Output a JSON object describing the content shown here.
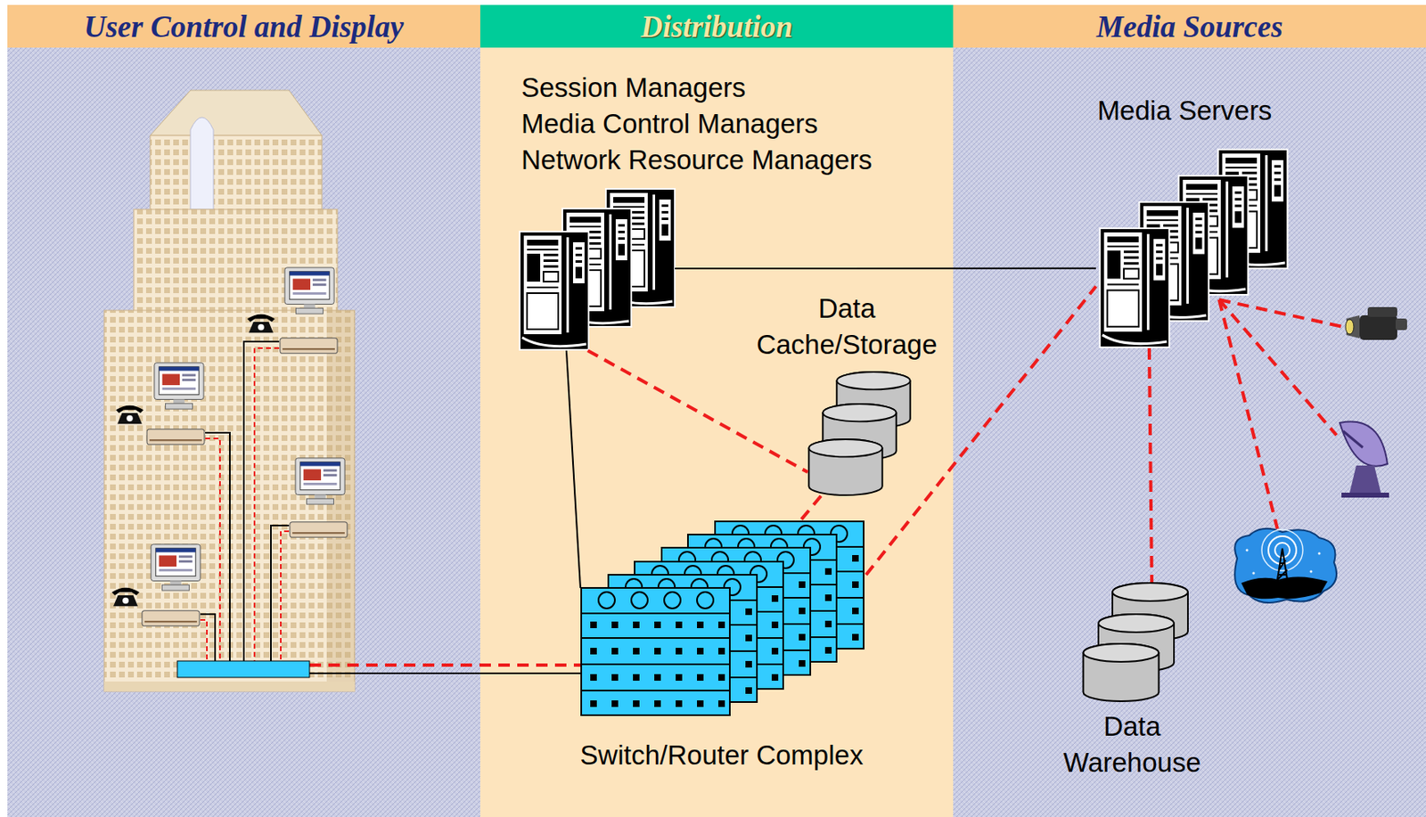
{
  "diagram": {
    "nodes": [
      {
        "text": [
          "User Control and Display"
        ]
      },
      {
        "text": [
          "Distribution"
        ]
      },
      {
        "text": [
          "Media Sources"
        ]
      },
      {
        "text": [
          "Session Managers",
          "Media Control Managers",
          "Network Resource Managers"
        ],
        "in": 1
      },
      {
        "text": [
          "Data Cache/Storage"
        ],
        "in": 1
      },
      {
        "text": [
          "Switch/Router Complex"
        ],
        "in": 1
      },
      {
        "text": [
          "Media Servers"
        ],
        "in": 2
      },
      {
        "text": [
          "Data Warehouse"
        ],
        "in": 2
      }
    ],
    "edges": [
      {
        "from": 3,
        "to": 6,
        "arrow": "none"
      },
      {
        "from": 3,
        "to": 5,
        "arrow": "none"
      },
      {
        "from": 3,
        "to": 4,
        "arrow": "none"
      },
      {
        "from": 4,
        "to": 5,
        "arrow": "none"
      },
      {
        "from": 5,
        "to": 6,
        "arrow": "none"
      },
      {
        "from": 6,
        "to": 7,
        "arrow": "none"
      }
    ]
  }
}
